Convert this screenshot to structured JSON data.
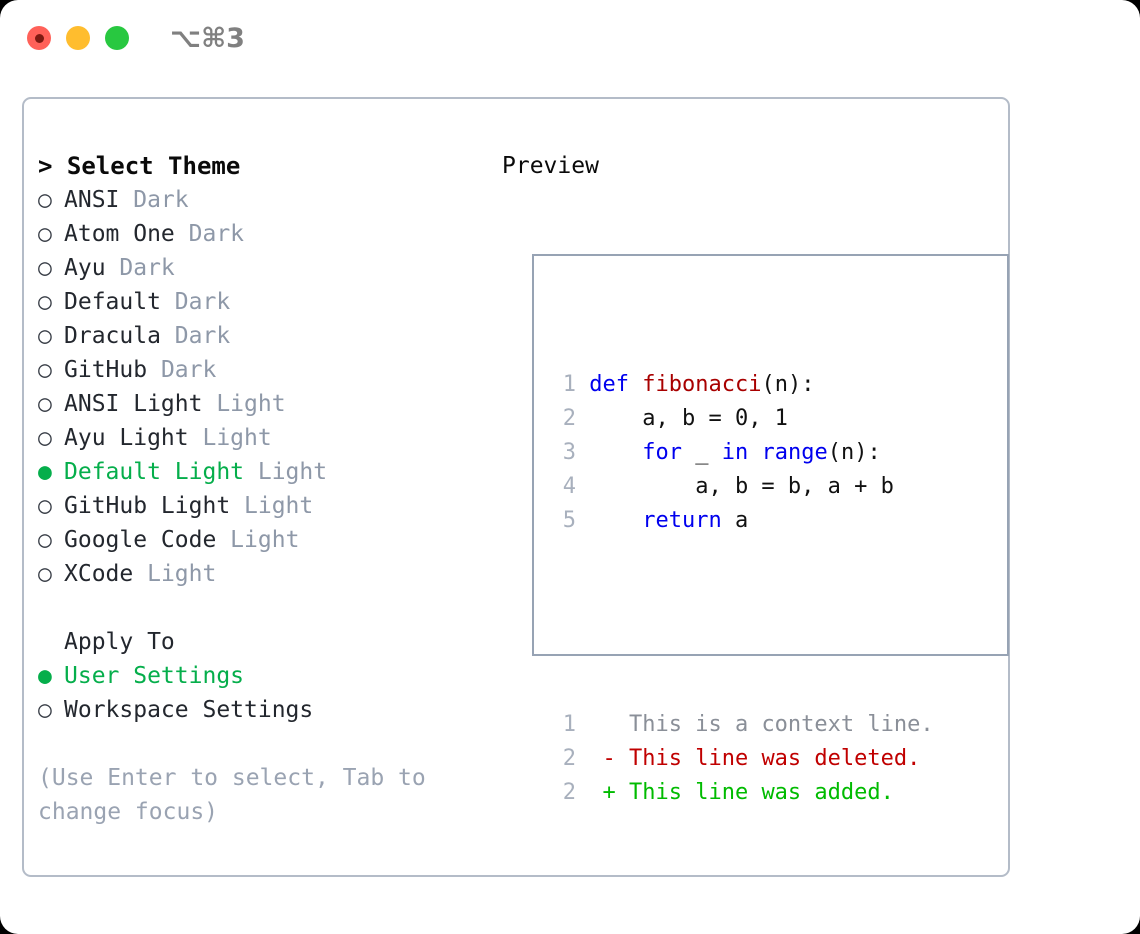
{
  "titlebar": {
    "shortcut": "⌥⌘3",
    "lights": [
      "close",
      "minimize",
      "maximize"
    ]
  },
  "left": {
    "heading": "> Select Theme",
    "themes": [
      {
        "marker": "○",
        "name": "ANSI",
        "suffix": "Dark",
        "selected": false
      },
      {
        "marker": "○",
        "name": "Atom One",
        "suffix": "Dark",
        "selected": false
      },
      {
        "marker": "○",
        "name": "Ayu",
        "suffix": "Dark",
        "selected": false
      },
      {
        "marker": "○",
        "name": "Default",
        "suffix": "Dark",
        "selected": false
      },
      {
        "marker": "○",
        "name": "Dracula",
        "suffix": "Dark",
        "selected": false
      },
      {
        "marker": "○",
        "name": "GitHub",
        "suffix": "Dark",
        "selected": false
      },
      {
        "marker": "○",
        "name": "ANSI Light",
        "suffix": "Light",
        "selected": false
      },
      {
        "marker": "○",
        "name": "Ayu Light",
        "suffix": "Light",
        "selected": false
      },
      {
        "marker": "●",
        "name": "Default Light",
        "suffix": "Light",
        "selected": true
      },
      {
        "marker": "○",
        "name": "GitHub Light",
        "suffix": "Light",
        "selected": false
      },
      {
        "marker": "○",
        "name": "Google Code",
        "suffix": "Light",
        "selected": false
      },
      {
        "marker": "○",
        "name": "XCode",
        "suffix": "Light",
        "selected": false
      }
    ],
    "apply_to_heading": "Apply To",
    "apply_to": [
      {
        "marker": "●",
        "name": "User Settings",
        "selected": true
      },
      {
        "marker": "○",
        "name": "Workspace Settings",
        "selected": false
      }
    ],
    "hint": "(Use Enter to select, Tab to change focus)"
  },
  "preview": {
    "title": "Preview",
    "code_lines": [
      {
        "num": "1",
        "tokens": [
          {
            "t": "def ",
            "c": "kw"
          },
          {
            "t": "fibonacci",
            "c": "fn"
          },
          {
            "t": "(n):",
            "c": "plain"
          }
        ]
      },
      {
        "num": "2",
        "tokens": [
          {
            "t": "    a, b = 0, 1",
            "c": "plain"
          }
        ]
      },
      {
        "num": "3",
        "tokens": [
          {
            "t": "    ",
            "c": "plain"
          },
          {
            "t": "for",
            "c": "kw"
          },
          {
            "t": " _ ",
            "c": "plain"
          },
          {
            "t": "in",
            "c": "kw"
          },
          {
            "t": " ",
            "c": "plain"
          },
          {
            "t": "range",
            "c": "kw"
          },
          {
            "t": "(n):",
            "c": "plain"
          }
        ]
      },
      {
        "num": "4",
        "tokens": [
          {
            "t": "        a, b = b, a + b",
            "c": "plain"
          }
        ]
      },
      {
        "num": "5",
        "tokens": [
          {
            "t": "    ",
            "c": "plain"
          },
          {
            "t": "return",
            "c": "kw"
          },
          {
            "t": " a",
            "c": "plain"
          }
        ]
      }
    ],
    "diff_lines": [
      {
        "num": "1",
        "text": "  This is a context line.",
        "kind": "ctx"
      },
      {
        "num": "2",
        "text": "- This line was deleted.",
        "kind": "del"
      },
      {
        "num": "2",
        "text": "+ This line was added.",
        "kind": "add"
      }
    ]
  },
  "colors": {
    "accent_green": "#05ae4b",
    "muted_gray": "#8e98a8",
    "keyword_blue": "#0000ee",
    "function_red": "#a80000",
    "diff_delete": "#c00000",
    "diff_add": "#00bb00",
    "border": "#b4bcc8",
    "preview_border": "#97a3b4"
  }
}
